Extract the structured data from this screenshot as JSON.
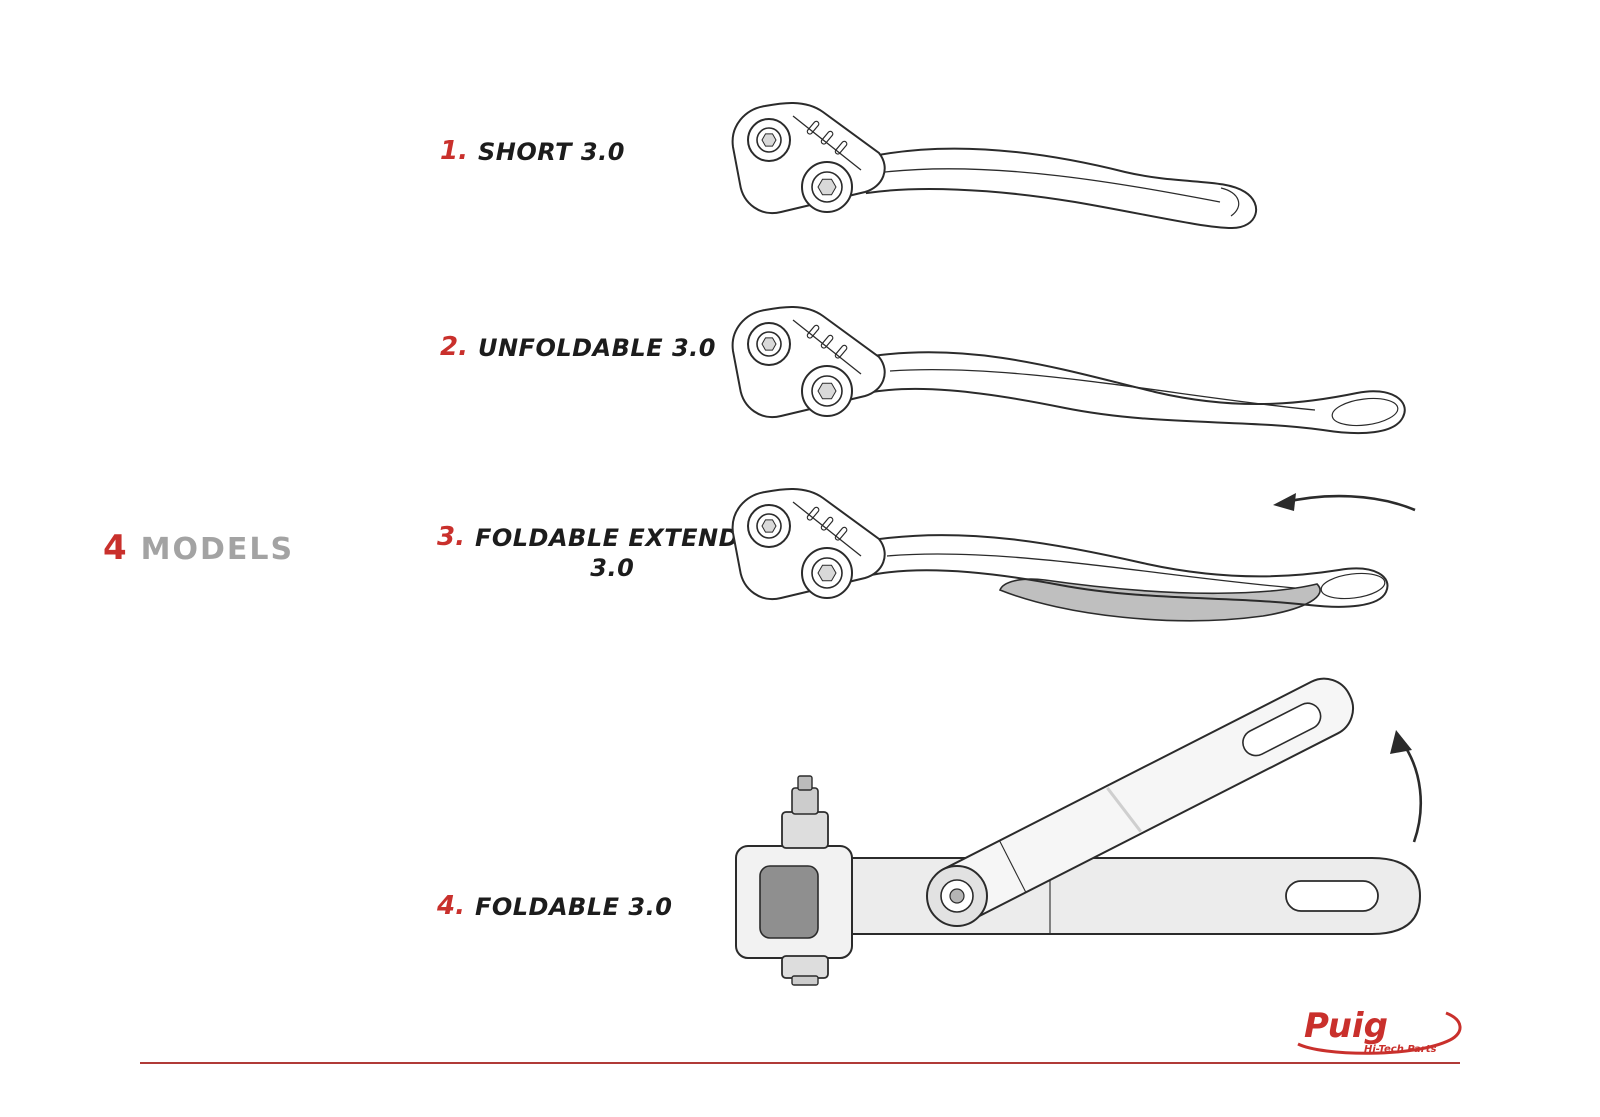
{
  "models_panel": {
    "count": "4",
    "label": "MODELS"
  },
  "items": [
    {
      "number": "1.",
      "label": "SHORT 3.0"
    },
    {
      "number": "2.",
      "label": "UNFOLDABLE 3.0"
    },
    {
      "number": "3.",
      "label": "FOLDABLE EXTENDABLE",
      "label_line2": "3.0"
    },
    {
      "number": "4.",
      "label": "FOLDABLE 3.0"
    }
  ],
  "illustrations": {
    "item1": "short-lever-drawing",
    "item2": "unfoldable-lever-drawing",
    "item3": "foldable-extendable-lever-drawing",
    "item4": "foldable-lever-folded-drawing"
  },
  "icons": {
    "extend_direction": "arrow-left-icon",
    "fold_direction": "arrow-curved-up-icon"
  },
  "brand": {
    "name": "Puig",
    "tagline": "Hi-Tech Parts"
  },
  "colors": {
    "accent_red": "#c9302c",
    "drawing_stroke": "#2b2b2b",
    "muted_gray": "#a3a3a3",
    "footer_rule_red": "#b03a37",
    "extendable_fill_gray": "#bfbfbf"
  }
}
